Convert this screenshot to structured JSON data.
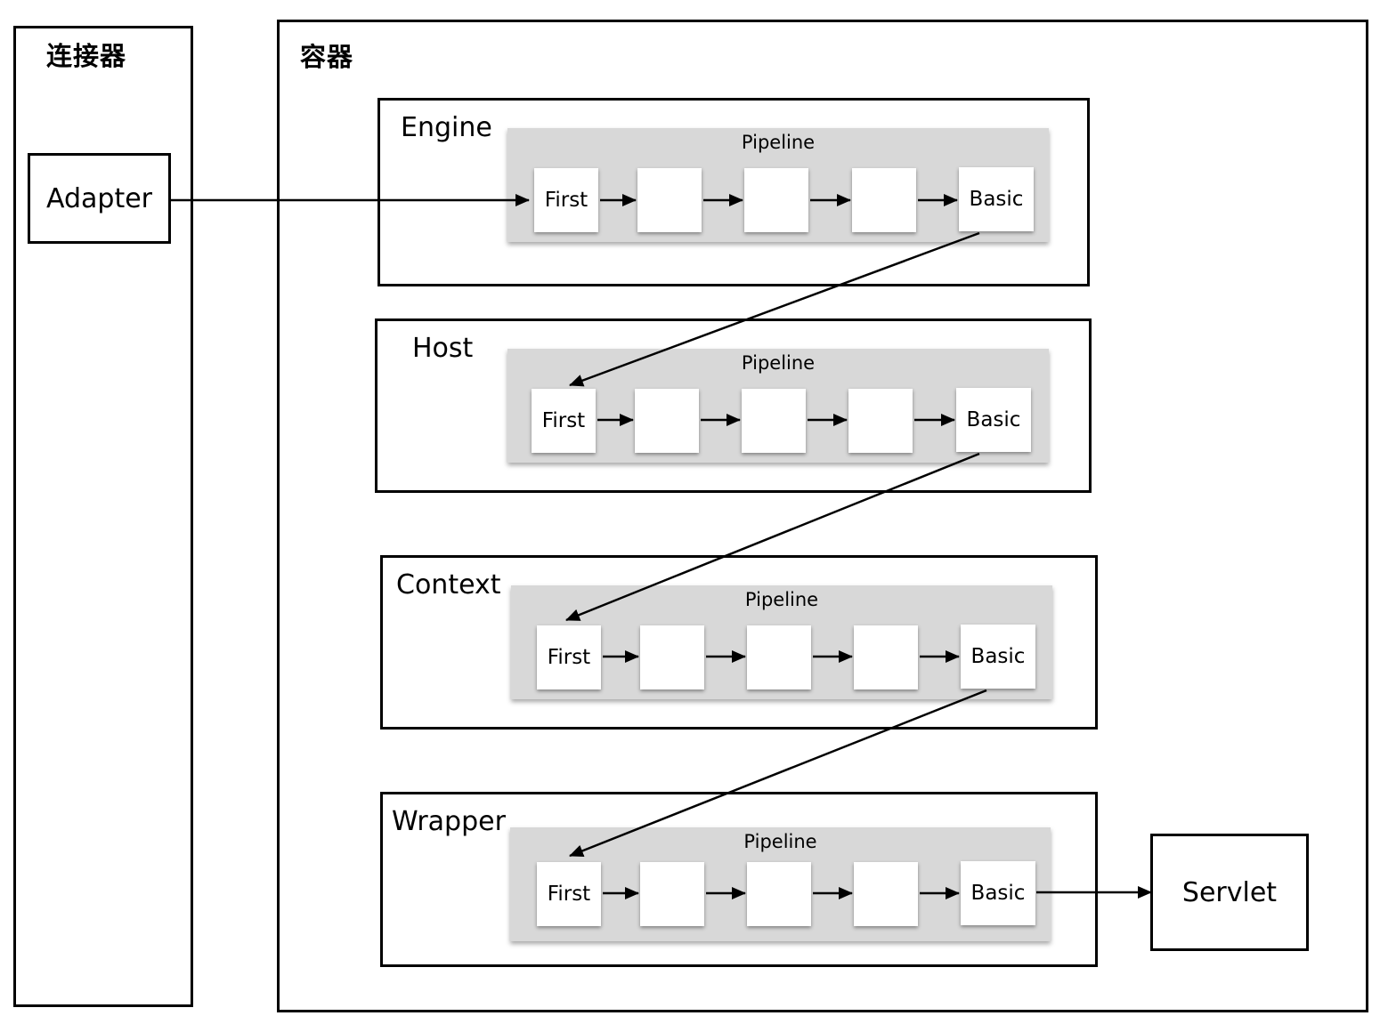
{
  "connector": {
    "title": "连接器",
    "adapter_label": "Adapter"
  },
  "container": {
    "title": "容器"
  },
  "containers": [
    {
      "name": "Engine",
      "pipeline_label": "Pipeline",
      "first_label": "First",
      "basic_label": "Basic"
    },
    {
      "name": "Host",
      "pipeline_label": "Pipeline",
      "first_label": "First",
      "basic_label": "Basic"
    },
    {
      "name": "Context",
      "pipeline_label": "Pipeline",
      "first_label": "First",
      "basic_label": "Basic"
    },
    {
      "name": "Wrapper",
      "pipeline_label": "Pipeline",
      "first_label": "First",
      "basic_label": "Basic"
    }
  ],
  "servlet": {
    "label": "Servlet"
  }
}
